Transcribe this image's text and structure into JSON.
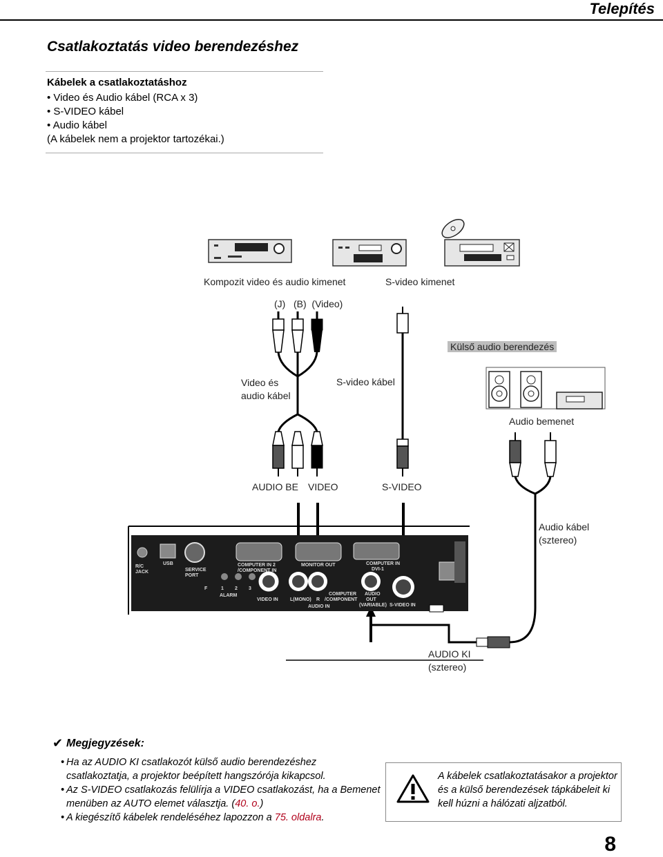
{
  "header": {
    "section": "Telepítés"
  },
  "title": "Csatlakoztatás video berendezéshez",
  "cables": {
    "heading": "Kábelek a csatlakoztatáshoz",
    "items": [
      "• Video és Audio kábel (RCA x 3)",
      "• S-VIDEO kábel",
      "• Audio kábel",
      "(A kábelek nem a projektor tartozékai.)"
    ]
  },
  "diagram": {
    "composite_out": "Kompozit video és audio kimenet",
    "svideo_out": "S-video kimenet",
    "plug_labels": "(J)   (B)  (Video)",
    "external_audio": "Külső audio berendezés",
    "video_audio_cable": [
      "Video és",
      "audio kábel"
    ],
    "svideo_cable": "S-video kábel",
    "audio_input": "Audio bemenet",
    "audio_in_label": "AUDIO BE",
    "video_label": "VIDEO",
    "svideo_label": "S-VIDEO",
    "audio_cable": [
      "Audio kábel",
      "(sztereo)"
    ],
    "audio_out": [
      "AUDIO KI",
      "(sztereo)"
    ],
    "panel": {
      "rc_jack": [
        "R/C",
        "JACK"
      ],
      "usb": "USB",
      "service_port": [
        "SERVICE",
        "PORT"
      ],
      "computer_in2": [
        "COMPUTER IN 2",
        "/COMPONENT IN"
      ],
      "monitor_out": "MONITOR OUT",
      "computer_in1": [
        "COMPUTER IN",
        "DVI-1"
      ],
      "alarm_nums": [
        "F",
        "1",
        "2",
        "3"
      ],
      "alarm": "ALARM",
      "video_in": "VIDEO IN",
      "lmono": "L(MONO)",
      "r": "R",
      "computer_component": [
        "COMPUTER",
        "/COMPONENT"
      ],
      "audio_in": "AUDIO IN",
      "audio_out_badge": [
        "AUDIO",
        "OUT"
      ],
      "variable": "(VARIABLE)",
      "svideo_in": "S-VIDEO IN"
    }
  },
  "notes": {
    "heading": "Megjegyzések:",
    "items": [
      {
        "line1": "Ha az AUDIO KI csatlakozót külső audio berendezéshez",
        "line2": "csatlakoztatja, a projektor beépített hangszórója kikapcsol."
      },
      {
        "line1": "Az S-VIDEO csatlakozás felülírja a VIDEO csatlakozást, ha a Bemenet",
        "line2a": "menüben az  AUTO elemet választja. (",
        "link": "40. o.",
        "line2b": ")"
      },
      {
        "line1a": "A kiegészítő kábelek rendeléséhez lapozzon a ",
        "link": "75. oldalra",
        "line1b": "."
      }
    ]
  },
  "warning": "A kábelek csatlakoztatásakor a projektor és a külső berendezések tápkábeleit ki kell húzni a hálózati aljzatból.",
  "page_number": "8"
}
